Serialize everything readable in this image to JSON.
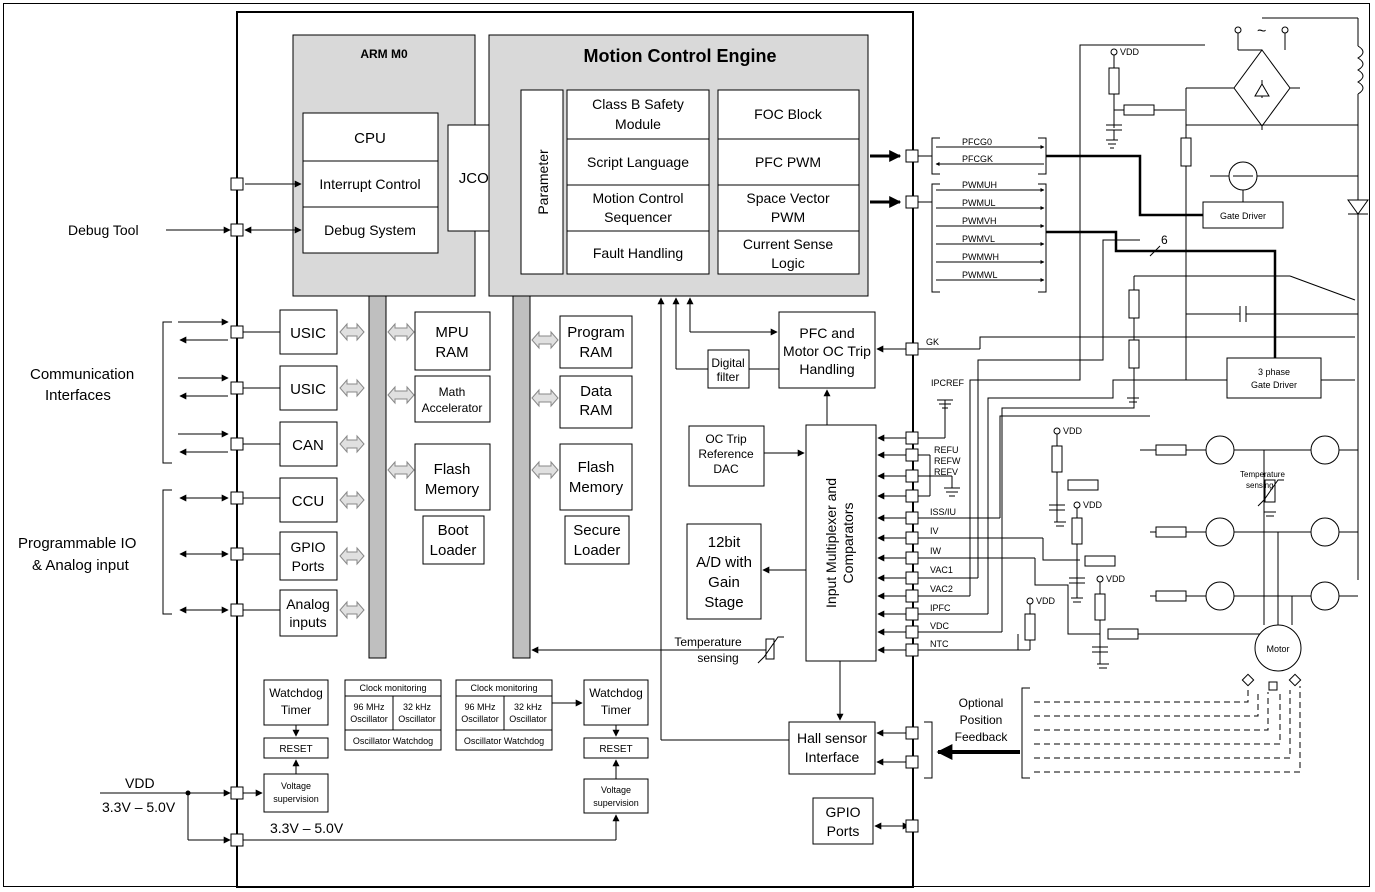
{
  "arm": {
    "title": "ARM M0",
    "cpu": "CPU",
    "interrupt": "Interrupt Control",
    "debug_system": "Debug System",
    "jcom": "JCOM"
  },
  "mce": {
    "title": "Motion Control Engine",
    "parameter": "Parameter",
    "classb_1": "Class B Safety",
    "classb_2": "Module",
    "script": "Script Language",
    "mcs_1": "Motion Control",
    "mcs_2": "Sequencer",
    "fault": "Fault Handling",
    "foc": "FOC Block",
    "pfcpwm": "PFC PWM",
    "svpwm_1": "Space Vector",
    "svpwm_2": "PWM",
    "cs_1": "Current Sense",
    "cs_2": "Logic"
  },
  "left": {
    "debug_tool": "Debug Tool",
    "comm_1": "Communication",
    "comm_2": "Interfaces",
    "prog_1": "Programmable IO",
    "prog_2": "& Analog input",
    "vdd": "VDD",
    "vdd_range": "3.3V – 5.0V",
    "vdd_range2": "3.3V – 5.0V"
  },
  "periph": {
    "usic1": "USIC",
    "usic2": "USIC",
    "can": "CAN",
    "ccu": "CCU",
    "gpio_1": "GPIO",
    "gpio_2": "Ports",
    "analog_1": "Analog",
    "analog_2": "inputs"
  },
  "mem": {
    "mpu_1": "MPU",
    "mpu_2": "RAM",
    "math_1": "Math",
    "math_2": "Accelerator",
    "flash1_1": "Flash",
    "flash1_2": "Memory",
    "boot_1": "Boot",
    "boot_2": "Loader",
    "prog_1": "Program",
    "prog_2": "RAM",
    "data_1": "Data",
    "data_2": "RAM",
    "flash2_1": "Flash",
    "flash2_2": "Memory",
    "secure_1": "Secure",
    "secure_2": "Loader"
  },
  "center": {
    "digital_1": "Digital",
    "digital_2": "filter",
    "pfcoc_1": "PFC and",
    "pfcoc_2": "Motor OC Trip",
    "pfcoc_3": "Handling",
    "octrip_1": "OC Trip",
    "octrip_2": "Reference",
    "octrip_3": "DAC",
    "adc_1": "12bit",
    "adc_2": "A/D with",
    "adc_3": "Gain",
    "adc_4": "Stage",
    "mux_1": "Input Multiplexer and",
    "mux_2": "Comparators",
    "temp_1": "Temperature",
    "temp_2": "sensing",
    "hall_1": "Hall sensor",
    "hall_2": "Interface",
    "gpio_1": "GPIO",
    "gpio_2": "Ports"
  },
  "clock": {
    "wd_1": "Watchdog",
    "wd_2": "Timer",
    "reset": "RESET",
    "vs_1": "Voltage",
    "vs_2": "supervision",
    "clkmon": "Clock monitoring",
    "osc96_1": "96 MHz",
    "osc96_2": "Oscillator",
    "osc32_1": "32 kHz",
    "osc32_2": "Oscillator",
    "oscwd": "Oscillator Watchdog"
  },
  "signals": {
    "pfcg0": "PFCG0",
    "pfcgk": "PFCGK",
    "pwm": [
      "PWMUH",
      "PWMUL",
      "PWMVH",
      "PWMVL",
      "PWMWH",
      "PWMWL"
    ],
    "gk": "GK",
    "ipcref": "IPCREF",
    "refu": "REFU",
    "refw": "REFW",
    "refv": "REFV",
    "analog": [
      "ISS/IU",
      "IV",
      "IW",
      "VAC1",
      "VAC2",
      "IPFC",
      "VDC",
      "NTC"
    ]
  },
  "power": {
    "vdd": "VDD",
    "tilde": "~",
    "gate_driver": "Gate Driver",
    "gd3_1": "3 phase",
    "gd3_2": "Gate Driver",
    "six": "6",
    "temp_1": "Temperature",
    "temp_2": "sensing",
    "motor": "Motor",
    "opt_1": "Optional",
    "opt_2": "Position",
    "opt_3": "Feedback"
  }
}
